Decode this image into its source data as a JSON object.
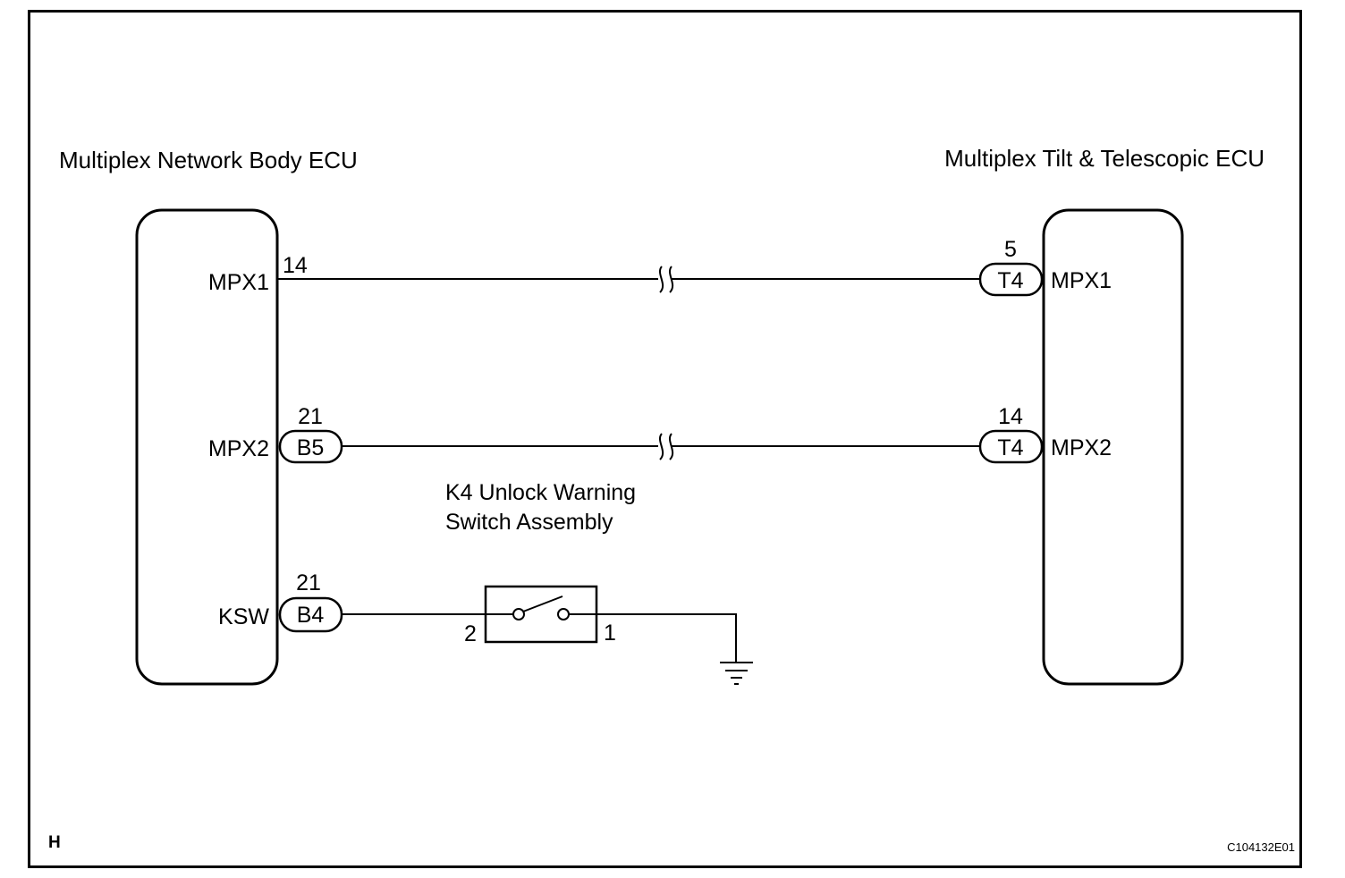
{
  "diagram": {
    "left_ecu": {
      "title": "Multiplex Network Body ECU",
      "pins": [
        {
          "name": "MPX1",
          "pin": "14",
          "connector": ""
        },
        {
          "name": "MPX2",
          "pin": "21",
          "connector": "B5"
        },
        {
          "name": "KSW",
          "pin": "21",
          "connector": "B4"
        }
      ]
    },
    "right_ecu": {
      "title": "Multiplex Tilt & Telescopic ECU",
      "pins": [
        {
          "name": "MPX1",
          "pin": "5",
          "connector": "T4"
        },
        {
          "name": "MPX2",
          "pin": "14",
          "connector": "T4"
        }
      ]
    },
    "switch": {
      "title_line1": "K4 Unlock Warning",
      "title_line2": "Switch Assembly",
      "pin_left": "2",
      "pin_right": "1"
    },
    "footer": {
      "letter": "H",
      "code": "C104132E01"
    }
  }
}
